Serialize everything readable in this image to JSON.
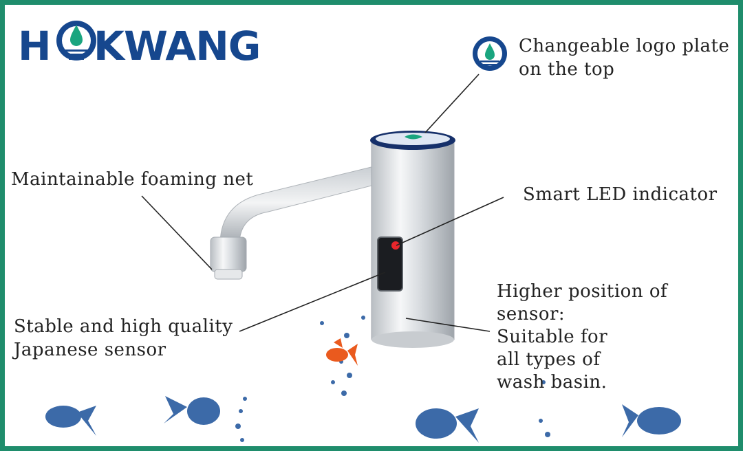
{
  "brand": {
    "name_first": "H",
    "name_rest": "KWANG",
    "color": "#16478e",
    "accent": "#1f8d6c",
    "drop_color": "#1aa57f"
  },
  "callouts": {
    "logo_plate": [
      "Changeable logo plate",
      "on the top"
    ],
    "foaming_net": [
      "Maintainable foaming net"
    ],
    "led": [
      "Smart LED indicator"
    ],
    "sensor": [
      "Stable and high quality",
      "Japanese sensor"
    ],
    "position": [
      "Higher position of",
      "sensor:",
      "Suitable for",
      "all types of",
      "wash basin."
    ]
  },
  "colors": {
    "frame": "#1f8d6c",
    "fish": "#3c6aa8",
    "goldfish": "#ea5a1e",
    "led": "#e8262c",
    "chrome": "#d9dde1"
  }
}
